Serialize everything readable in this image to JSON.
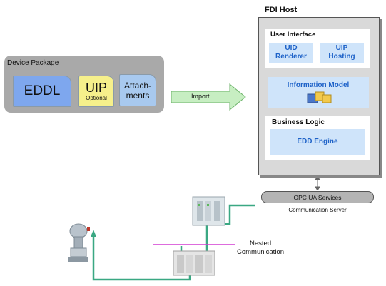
{
  "device_package": {
    "title": "Device  Package",
    "eddl": "EDDL",
    "uip": "UIP",
    "uip_note": "Optional",
    "attachments_line1": "Attach-",
    "attachments_line2": "ments"
  },
  "import_arrow": {
    "label": "Import"
  },
  "fdi_host": {
    "title": "FDI Host",
    "user_interface": {
      "title": "User Interface",
      "uid_line1": "UID",
      "uid_line2": "Renderer",
      "uip_line1": "UIP",
      "uip_line2": "Hosting"
    },
    "information_model": "Information Model",
    "business_logic": {
      "title": "Business  Logic",
      "edd_engine": "EDD Engine"
    }
  },
  "communication": {
    "opc_ua": "OPC UA Services",
    "server": "Communication Server",
    "nested_line1": "Nested",
    "nested_line2": "Communication"
  },
  "colors": {
    "network_line": "#3aa883",
    "fieldbus_line": "#d23bd2",
    "arrow_fill": "#c7eec2",
    "box_text_blue": "#1e62c8"
  }
}
